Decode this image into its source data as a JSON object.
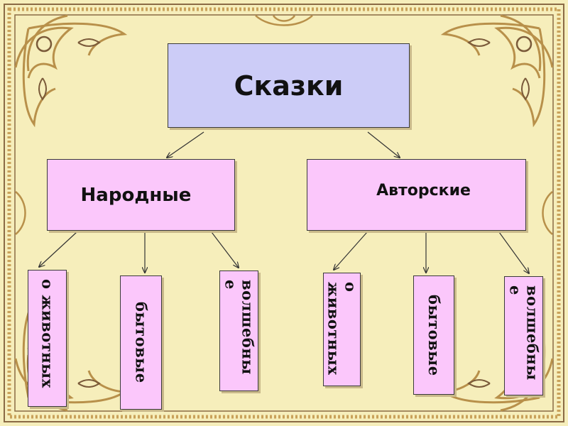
{
  "diagram": {
    "root": {
      "label": "Сказки"
    },
    "branches": [
      {
        "label": "Народные",
        "children": [
          "о животных",
          "бытовые",
          "волшебны\nе"
        ]
      },
      {
        "label": "Авторские",
        "children": [
          "о\nживотных",
          "бытовые",
          "волшебны\nе"
        ]
      }
    ]
  },
  "colors": {
    "background": "#f6eebb",
    "frame": "#c9a25a",
    "frame_dark": "#7a5a3a",
    "root_fill": "#ccccf7",
    "node_fill": "#fbc7fb",
    "border": "#3a3a3a"
  },
  "decor": {
    "frame": "ornate gold baroque frame with corner flourishes"
  }
}
